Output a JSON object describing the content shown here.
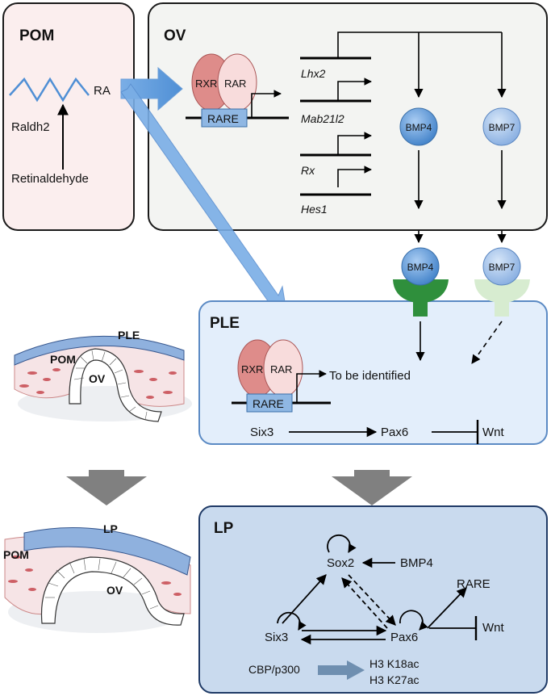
{
  "panels": {
    "pom": {
      "title": "POM",
      "product": "RA",
      "enzyme": "Raldh2",
      "substrate": "Retinaldehyde"
    },
    "ov": {
      "title": "OV",
      "receptor_left": "RXR",
      "receptor_right": "RAR",
      "element": "RARE",
      "genes": [
        "Lhx2",
        "Mab21l2",
        "Rx",
        "Hes1"
      ],
      "ligands": [
        "BMP4",
        "BMP7"
      ]
    },
    "ple": {
      "title": "PLE",
      "receptor_left": "RXR",
      "receptor_right": "RAR",
      "element": "RARE",
      "target_text": "To be identified",
      "chain": [
        "Six3",
        "Pax6",
        "Wnt"
      ],
      "bound_ligands": [
        "BMP4",
        "BMP7"
      ]
    },
    "lp": {
      "title": "LP",
      "nodes": {
        "sox2": "Sox2",
        "bmp4": "BMP4",
        "rare": "RARE",
        "six3": "Six3",
        "pax6": "Pax6",
        "wnt": "Wnt"
      },
      "coactivator": "CBP/p300",
      "marks": [
        "H3 K18ac",
        "H3 K27ac"
      ]
    }
  },
  "illustrations": {
    "top": {
      "labels": [
        "PLE",
        "POM",
        "OV"
      ]
    },
    "bottom": {
      "labels": [
        "LP",
        "POM",
        "OV"
      ]
    }
  },
  "colors": {
    "pom_fill": "#fbeeee",
    "ov_fill": "#f3f4f2",
    "ple_fill": "#e3eefb",
    "lp_fill": "#c9daee",
    "rxr": "#de8c8a",
    "rar": "#f8dcdc",
    "rare": "#8fb7e3",
    "bmp4": "#4f8fd5",
    "bmp7": "#8fb4e6",
    "receptor_bmp4": "#2f8f3c",
    "receptor_bmp7": "#d7ecd0",
    "big_arrow": "#808080"
  }
}
